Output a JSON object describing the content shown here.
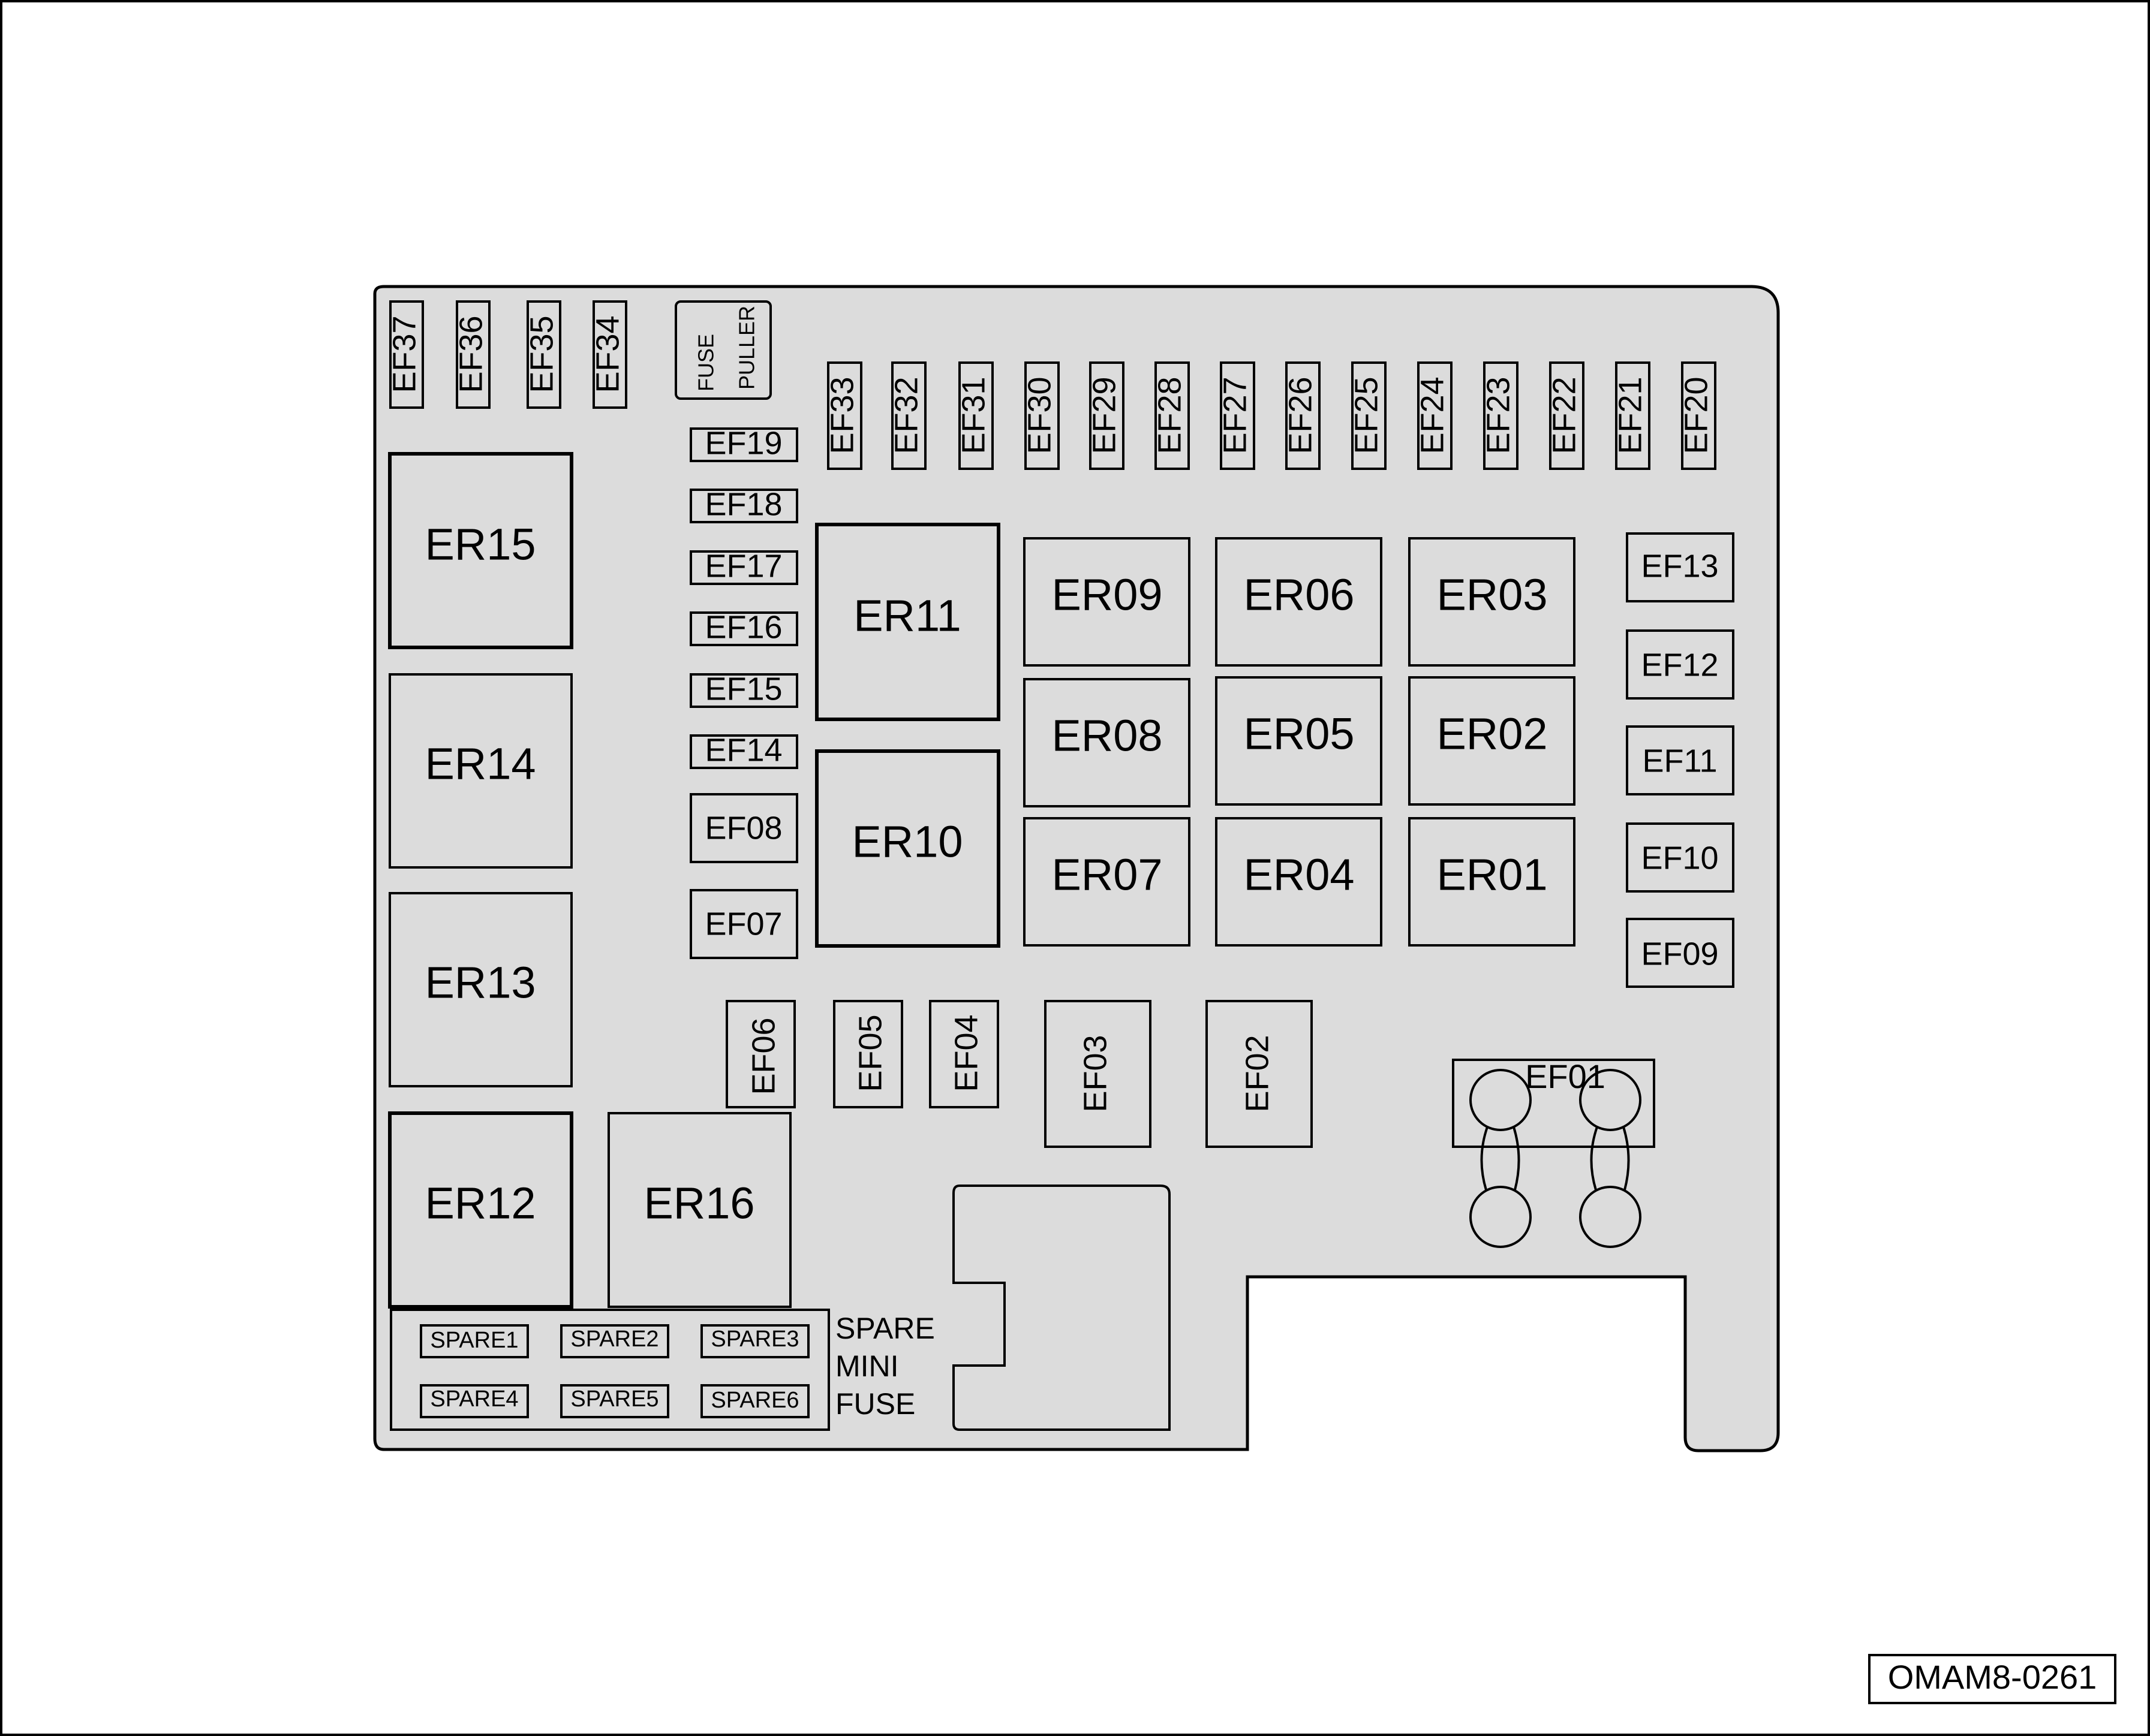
{
  "diagram_code": "OMAM8-0261",
  "fuse_puller": {
    "line1": "FUSE",
    "line2": "PULLER"
  },
  "spare_group_label": {
    "line1": "SPARE",
    "line2": "MINI",
    "line3": "FUSE"
  },
  "relays": {
    "er01": "ER01",
    "er02": "ER02",
    "er03": "ER03",
    "er04": "ER04",
    "er05": "ER05",
    "er06": "ER06",
    "er07": "ER07",
    "er08": "ER08",
    "er09": "ER09",
    "er10": "ER10",
    "er11": "ER11",
    "er12": "ER12",
    "er13": "ER13",
    "er14": "ER14",
    "er15": "ER15",
    "er16": "ER16"
  },
  "fuses": {
    "ef01": "EF01",
    "ef02": "EF02",
    "ef03": "EF03",
    "ef04": "EF04",
    "ef05": "EF05",
    "ef06": "EF06",
    "ef07": "EF07",
    "ef08": "EF08",
    "ef09": "EF09",
    "ef10": "EF10",
    "ef11": "EF11",
    "ef12": "EF12",
    "ef13": "EF13",
    "ef14": "EF14",
    "ef15": "EF15",
    "ef16": "EF16",
    "ef17": "EF17",
    "ef18": "EF18",
    "ef19": "EF19",
    "ef20": "EF20",
    "ef21": "EF21",
    "ef22": "EF22",
    "ef23": "EF23",
    "ef24": "EF24",
    "ef25": "EF25",
    "ef26": "EF26",
    "ef27": "EF27",
    "ef28": "EF28",
    "ef29": "EF29",
    "ef30": "EF30",
    "ef31": "EF31",
    "ef32": "EF32",
    "ef33": "EF33",
    "ef34": "EF34",
    "ef35": "EF35",
    "ef36": "EF36",
    "ef37": "EF37"
  },
  "spares": {
    "spare1": "SPARE1",
    "spare2": "SPARE2",
    "spare3": "SPARE3",
    "spare4": "SPARE4",
    "spare5": "SPARE5",
    "spare6": "SPARE6"
  }
}
